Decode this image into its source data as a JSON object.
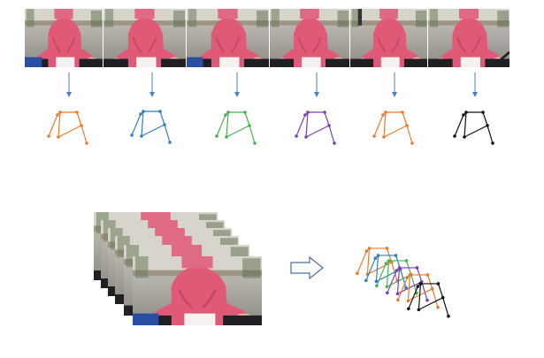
{
  "diagram": {
    "top_frames": [
      {
        "id": "frame-1",
        "skeleton_color": "#e87b2a"
      },
      {
        "id": "frame-2",
        "skeleton_color": "#2f7fc1"
      },
      {
        "id": "frame-3",
        "skeleton_color": "#4caf50"
      },
      {
        "id": "frame-4",
        "skeleton_color": "#7b3fb0"
      },
      {
        "id": "frame-5",
        "skeleton_color": "#e87b2a"
      },
      {
        "id": "frame-6",
        "skeleton_color": "#111111"
      }
    ],
    "arrow_color": "#4a7fc7",
    "overlay_colors": [
      "#e87b2a",
      "#2f7fc1",
      "#4caf50",
      "#7b3fb0",
      "#e87b2a",
      "#111111"
    ],
    "big_arrow_color": "#4a6e9c"
  }
}
